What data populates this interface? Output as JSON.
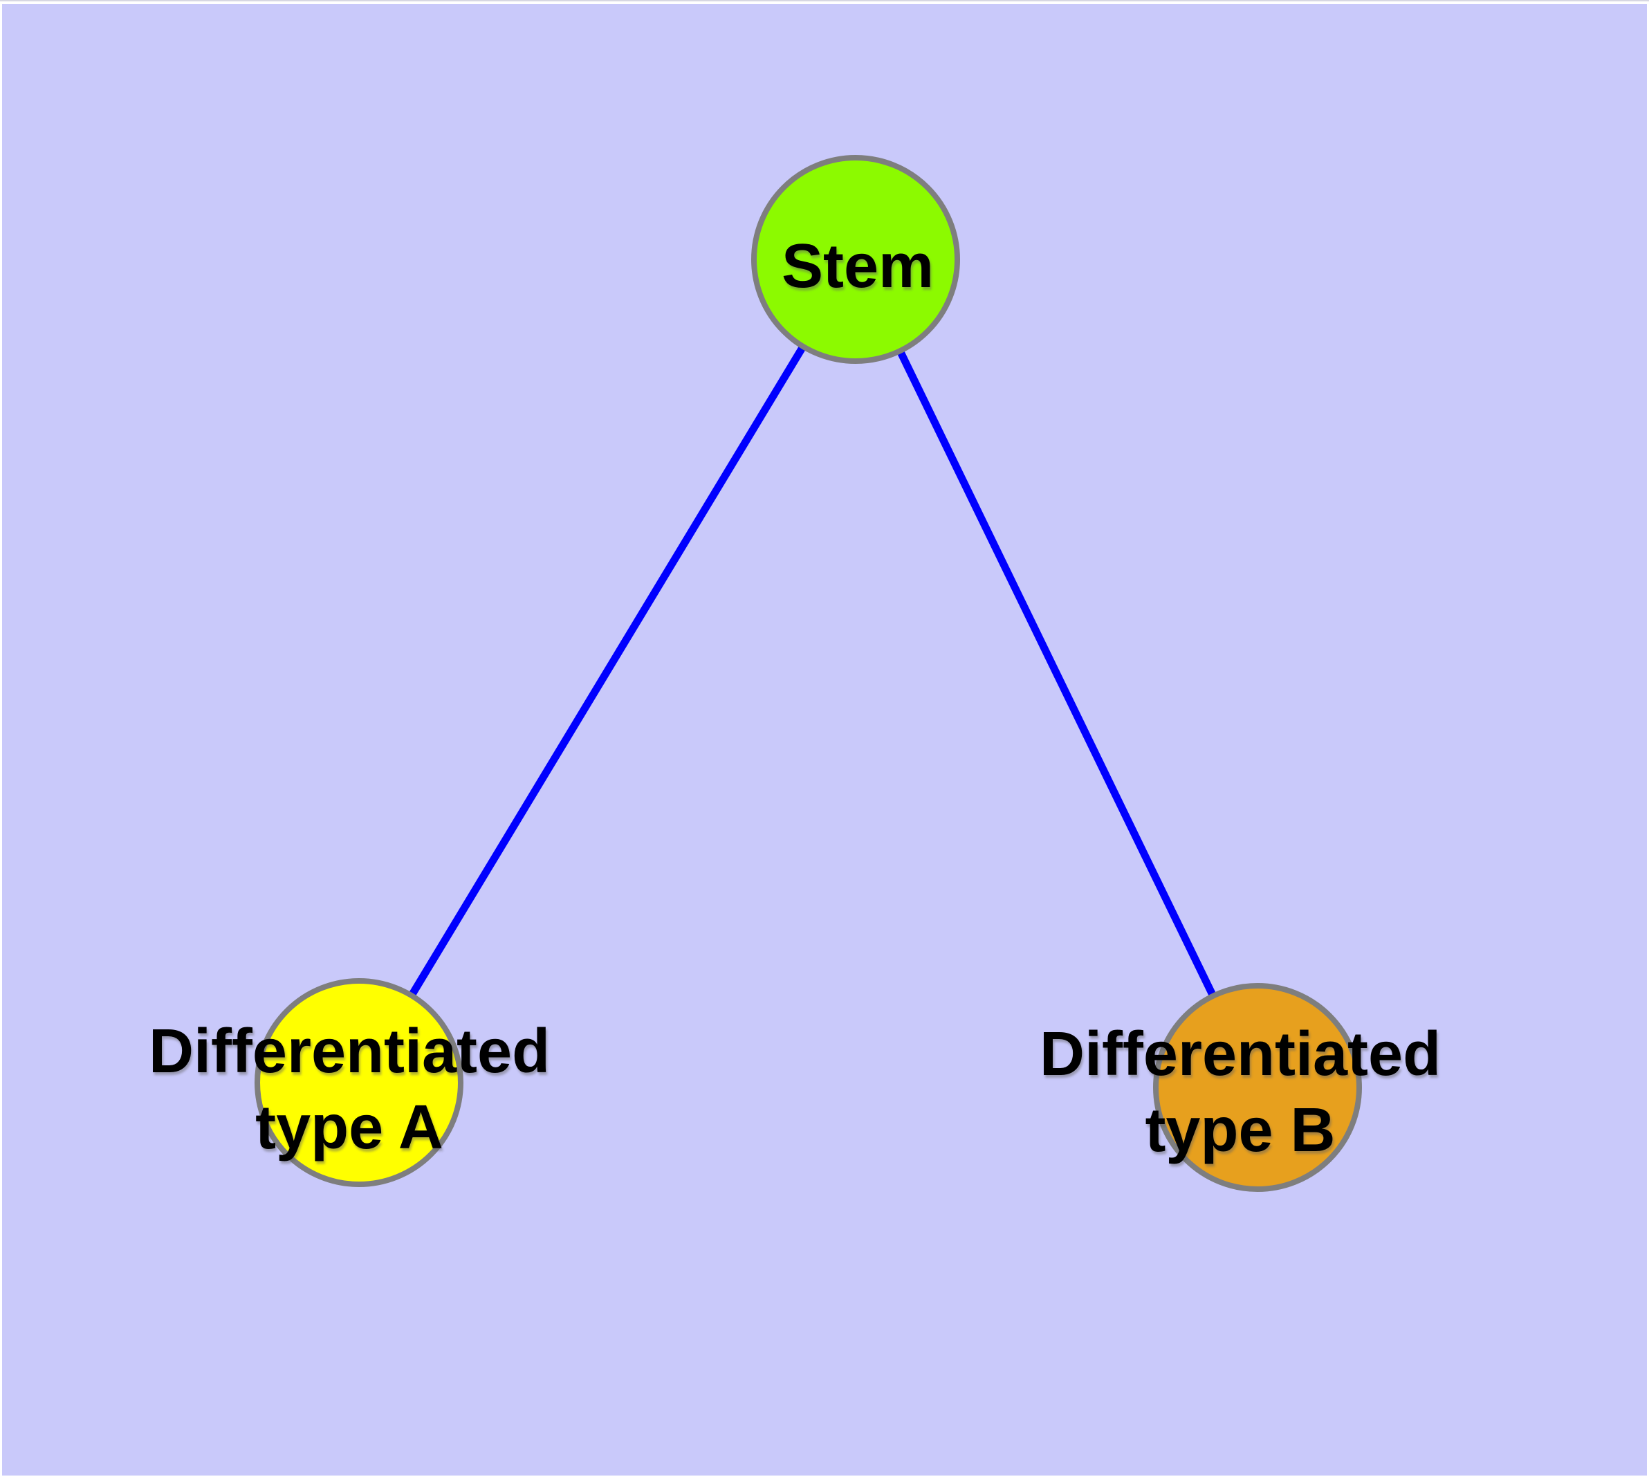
{
  "diagram": {
    "background_color": "#c9c9fa",
    "frame_color": "#ffffff",
    "edge_color": "#0000fe",
    "node_border_color": "#7e7e7e",
    "label_color": "#000000",
    "nodes": [
      {
        "id": "stem",
        "label": "Stem",
        "color": "#8cfa00"
      },
      {
        "id": "diff-a",
        "label_line1": "Differentiated",
        "label_line2": "type A",
        "color": "#ffff00"
      },
      {
        "id": "diff-b",
        "label_line1": "Differentiated",
        "label_line2": "type B",
        "color": "#e7a01e"
      }
    ],
    "edges": [
      {
        "from": "Stem",
        "to": "Differentiated type A"
      },
      {
        "from": "Stem",
        "to": "Differentiated type B"
      }
    ]
  }
}
